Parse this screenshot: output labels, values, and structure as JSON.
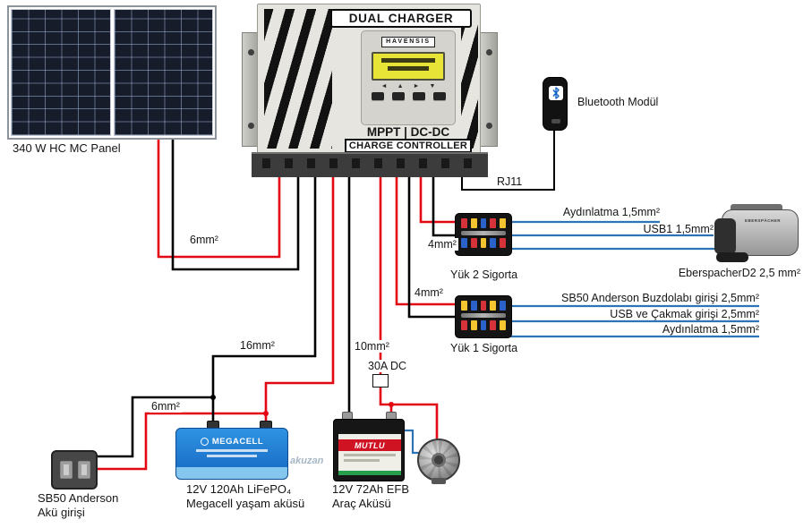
{
  "solar": {
    "label": "340 W HC MC Panel"
  },
  "controller": {
    "title": "DUAL CHARGER",
    "brand": "HAVENSIS",
    "mode": "MPPT | DC-DC",
    "name": "CHARGE CONTROLLER",
    "nav_icons": [
      "◄",
      "▲",
      "►",
      "▼"
    ]
  },
  "bluetooth": {
    "label": "Bluetooth Modül"
  },
  "connections": {
    "rj11": "RJ11",
    "dc_fuse": "30A DC"
  },
  "wire_labels": {
    "solar": "6mm²",
    "life_battery": "16mm²",
    "car_battery": "10mm²",
    "anderson": "6mm²",
    "yuk2": "4mm²",
    "yuk1": "4mm²"
  },
  "fuse_boxes": {
    "yuk2": {
      "label": "Yük 2 Sigorta"
    },
    "yuk1": {
      "label": "Yük 1 Sigorta"
    }
  },
  "yuk2_outputs": [
    {
      "label": "Aydınlatma 1,5mm²"
    },
    {
      "label": "USB1 1,5mm²"
    },
    {
      "label": "EberspacherD2 2,5 mm²"
    }
  ],
  "yuk1_outputs": [
    {
      "label": "SB50 Anderson Buzdolabı girişi 2,5mm²"
    },
    {
      "label": "USB ve Çakmak girişi 2,5mm²"
    },
    {
      "label": "Aydınlatma 1,5mm²"
    }
  ],
  "devices": {
    "heater": {
      "brand": "EBERSPÄCHER"
    },
    "life_battery": {
      "brand": "MEGACELL",
      "caption1": "12V 120Ah LiFePO₄",
      "caption2": "Megacell yaşam aküsü",
      "watermark": "akuzan"
    },
    "car_battery": {
      "brand": "MUTLU",
      "caption1": "12V 72Ah EFB",
      "caption2": "Araç Aküsü"
    },
    "anderson": {
      "caption1": "SB50 Anderson",
      "caption2": "Akü girişi"
    }
  },
  "colors": {
    "wire_positive": "#e30613",
    "wire_negative": "#000000",
    "wire_load": "#2e74b5",
    "lcd": "#e8e437",
    "life_battery_blue": "#1e7fd2",
    "mutlu_red": "#cf1322"
  }
}
